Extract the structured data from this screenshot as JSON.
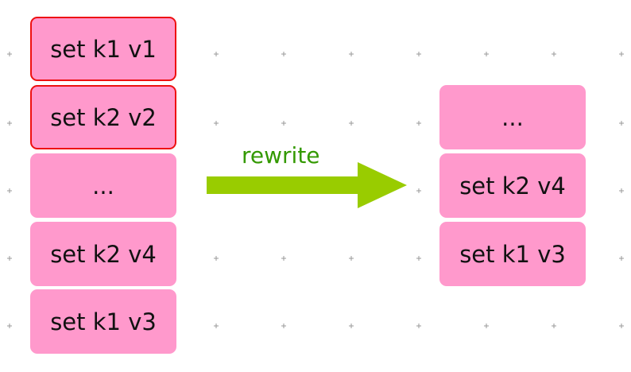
{
  "colors": {
    "block_fill": "#ff99cc",
    "marked_border": "#ee1111",
    "arrow": "#99cc00",
    "label": "#339900",
    "grid_dot": "#999999"
  },
  "left_column": {
    "blocks": [
      {
        "text": "set k1 v1",
        "marked": true
      },
      {
        "text": "set k2 v2",
        "marked": true
      },
      {
        "text": "...",
        "marked": false
      },
      {
        "text": "set k2 v4",
        "marked": false
      },
      {
        "text": "set k1 v3",
        "marked": false
      }
    ]
  },
  "arrow": {
    "label": "rewrite"
  },
  "right_column": {
    "blocks": [
      {
        "text": "...",
        "marked": false
      },
      {
        "text": "set k2 v4",
        "marked": false
      },
      {
        "text": "set k1 v3",
        "marked": false
      }
    ]
  }
}
